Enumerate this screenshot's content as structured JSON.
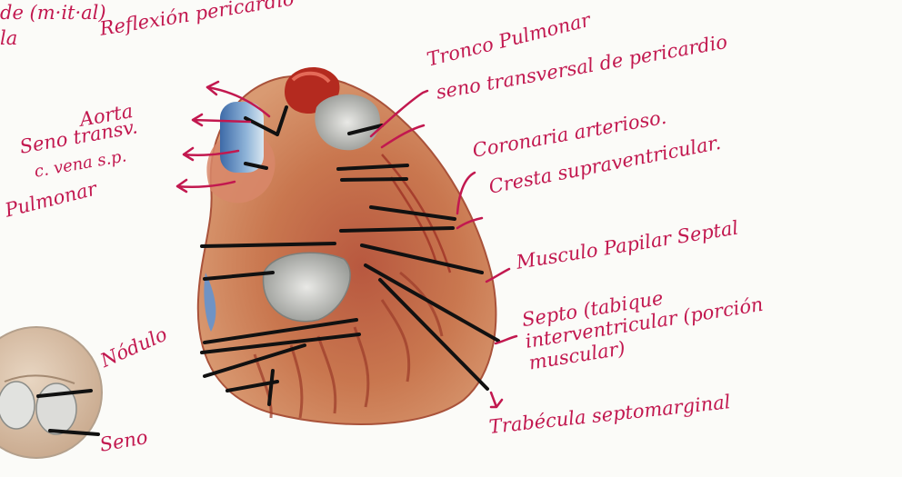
{
  "labels": {
    "top_corner_1": "de (m·it·al)",
    "top_corner_2": "la",
    "reflexion": "Reflexión pericardio",
    "aorta": "Aorta",
    "seno_transv_left": "Seno transv.",
    "vena_cava": "c. vena s.p.",
    "pulmonar": "Pulmonar",
    "tronco": "Tronco Pulmonar",
    "seno_transversal": "seno transversal de pericardio",
    "coronaria": "Coronaria arterioso.",
    "cresta": "Cresta supraventricular.",
    "musculo": "Musculo Papilar Septal",
    "septo": "Septo (tabique interventricular (porción muscular)",
    "trabecula": "Trabécula septomarginal",
    "nodulo": "Nódulo",
    "seno_bottom": "Seno"
  }
}
